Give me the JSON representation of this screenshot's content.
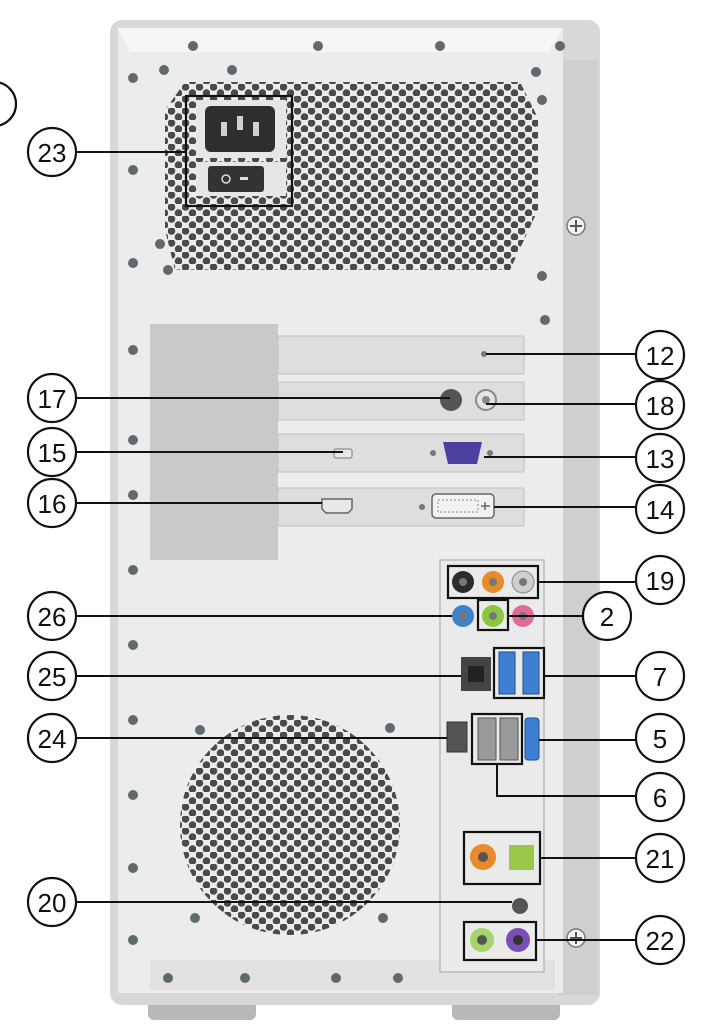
{
  "callouts": {
    "c23": "23",
    "c12": "12",
    "c17": "17",
    "c18": "18",
    "c15": "15",
    "c13": "13",
    "c16": "16",
    "c14": "14",
    "c19": "19",
    "c26": "26",
    "c2": "2",
    "c25": "25",
    "c7": "7",
    "c24": "24",
    "c5": "5",
    "c6": "6",
    "c21": "21",
    "c20": "20",
    "c22": "22"
  },
  "colors": {
    "case_face": "#ededed",
    "case_side": "#d6d6d6",
    "vent_hole": "#4a4a4a",
    "screw": "#5f6a6d",
    "audio_black": "#2b2b2b",
    "audio_orange": "#e88a2a",
    "audio_gray": "#cfcfcf",
    "audio_blue": "#3f82c8",
    "audio_green": "#8cc63f",
    "audio_pink": "#e06a9a",
    "usb3_blue": "#3d7fd0",
    "vga_blue": "#4b3fa0",
    "ps2_purple": "#7a4fb5",
    "ps2_green": "#a7d46a",
    "spdif_green": "#9cc84a"
  },
  "icons": {
    "power_socket": "power-socket-icon",
    "power_switch": "power-switch-icon"
  }
}
